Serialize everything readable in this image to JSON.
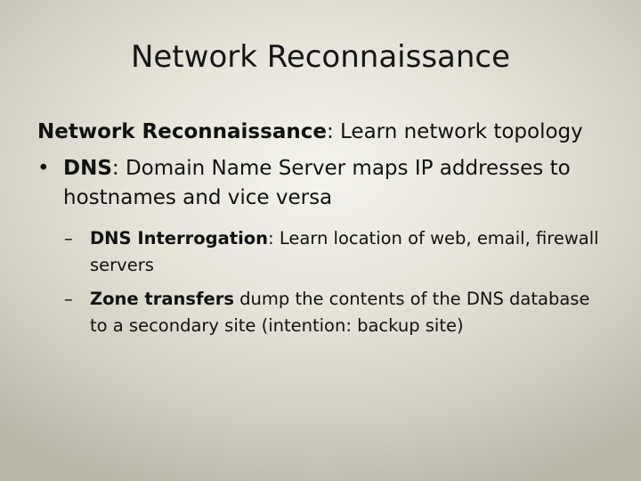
{
  "slide": {
    "title": "Network Reconnaissance",
    "intro": {
      "term": "Network Reconnaissance",
      "text": ": Learn network topology"
    },
    "bullets": [
      {
        "mark": "•",
        "term": "DNS",
        "text": ": Domain Name Server maps IP addresses to hostnames and vice versa",
        "subitems": [
          {
            "mark": "–",
            "term": "DNS Interrogation",
            "text": ":  Learn location of web, email, firewall servers"
          },
          {
            "mark": "–",
            "term": "Zone transfers",
            "text": " dump the contents of the DNS database to a secondary site (intention: backup site)"
          }
        ]
      }
    ]
  }
}
